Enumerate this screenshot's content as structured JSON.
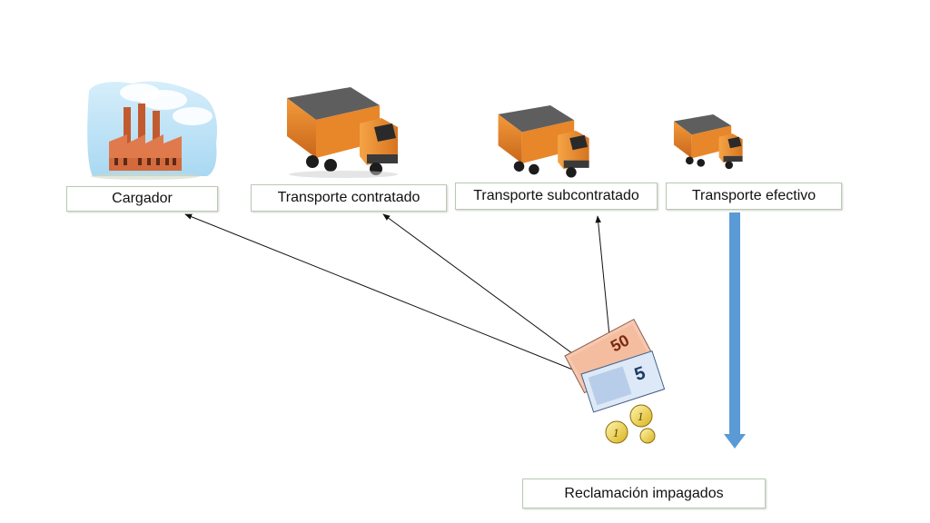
{
  "nodes": {
    "cargador": "Cargador",
    "transporte_contratado": "Transporte contratado",
    "transporte_subcontratado": "Transporte subcontratado",
    "transporte_efectivo": "Transporte efectivo",
    "reclamacion": "Reclamación impagados"
  },
  "money": {
    "note_large": "50",
    "note_small": "5",
    "coin": "1"
  },
  "colors": {
    "truck_body": "#e8862a",
    "truck_roof": "#5a5a5a",
    "down_arrow": "#5b9bd5",
    "factory": "#e07a4c",
    "sky": "#b9e2f7"
  },
  "icons": [
    "factory-icon",
    "truck-icon",
    "money-icon"
  ]
}
